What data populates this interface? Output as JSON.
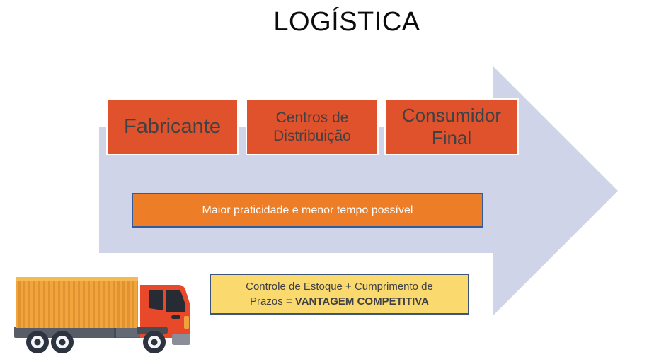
{
  "title": "LOGÍSTICA",
  "flow_boxes": [
    {
      "label": "Fabricante"
    },
    {
      "label": "Centros de Distribuição"
    },
    {
      "label": "Consumidor Final"
    }
  ],
  "banners": {
    "practicality": "Maior praticidade e menor tempo possível",
    "competitive": {
      "line1": "Controle de Estoque + Cumprimento de",
      "line2_regular": "Prazos = ",
      "line2_bold": "VANTAGEM COMPETITIVA"
    }
  },
  "icons": {
    "truck": "truck-illustration",
    "arrow": "right-arrow-shape"
  },
  "colors": {
    "accent_box": "#E0522B",
    "accent_banner": "#ED7D26",
    "banner_border": "#2E5C9E",
    "highlight_yellow": "#FAD96F",
    "highlight_border": "#3D5578",
    "arrow": "#CFD4E8",
    "text_dark": "#3F4145",
    "text_light": "#FFFFFF",
    "truck_container": "#F0A63C",
    "truck_cab": "#E8492B",
    "truck_chassis": "#575C66"
  }
}
